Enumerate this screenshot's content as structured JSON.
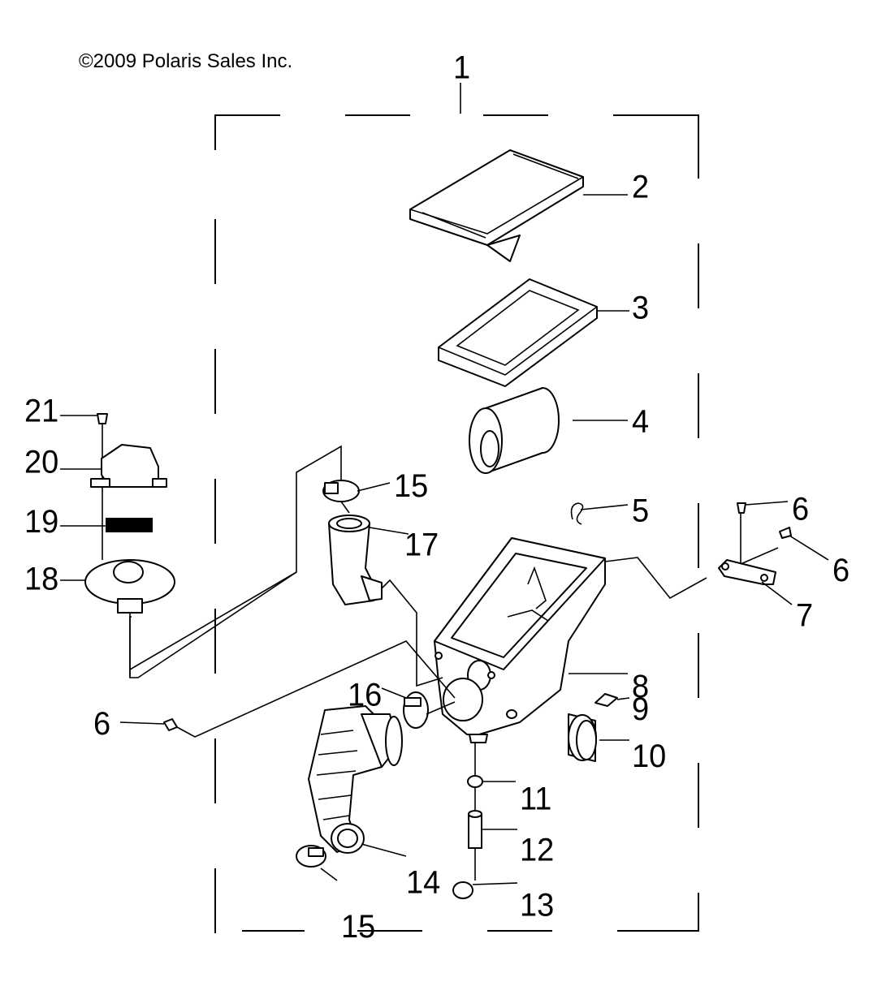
{
  "copyright": "©2009 Polaris Sales Inc.",
  "callouts": {
    "c1": "1",
    "c2": "2",
    "c3": "3",
    "c4": "4",
    "c5": "5",
    "c6a": "6",
    "c6b": "6",
    "c6c": "6",
    "c7": "7",
    "c8": "8",
    "c9": "9",
    "c10": "10",
    "c11": "11",
    "c12": "12",
    "c13": "13",
    "c14": "14",
    "c15a": "15",
    "c15b": "15",
    "c16": "16",
    "c17": "17",
    "c18": "18",
    "c19": "19",
    "c20": "20",
    "c21": "21"
  }
}
